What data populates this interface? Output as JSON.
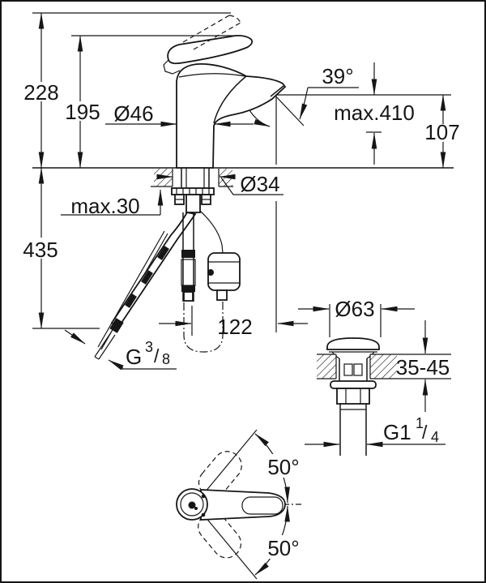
{
  "page": {
    "background": "#ffffff",
    "line_color": "#161616",
    "drawing_type": "technical dimension drawing",
    "subject": "single-lever basin mixer faucet with pop-up waste"
  },
  "labels": {
    "overall_height": "228",
    "body_height": "195",
    "base_diameter": "Ø46",
    "aerator_angle": "39°",
    "max_reach": "max.410",
    "spout_outlet_height": "107",
    "mounting_hole_diameter": "Ø34",
    "max_deck_thickness": "max.30",
    "under_deck_clearance": "435",
    "hose_projection": "122",
    "supply_thread_base": "G",
    "supply_thread_numerator": "3",
    "supply_thread_denominator": "8",
    "fraction_slash": "/",
    "waste_flange_diameter": "Ø63",
    "deck_thickness_range": "35-45",
    "waste_thread_base": "G1",
    "waste_thread_numerator": "1",
    "waste_thread_denominator": "4",
    "handle_swing_upper": "50°",
    "handle_swing_lower": "50°"
  }
}
